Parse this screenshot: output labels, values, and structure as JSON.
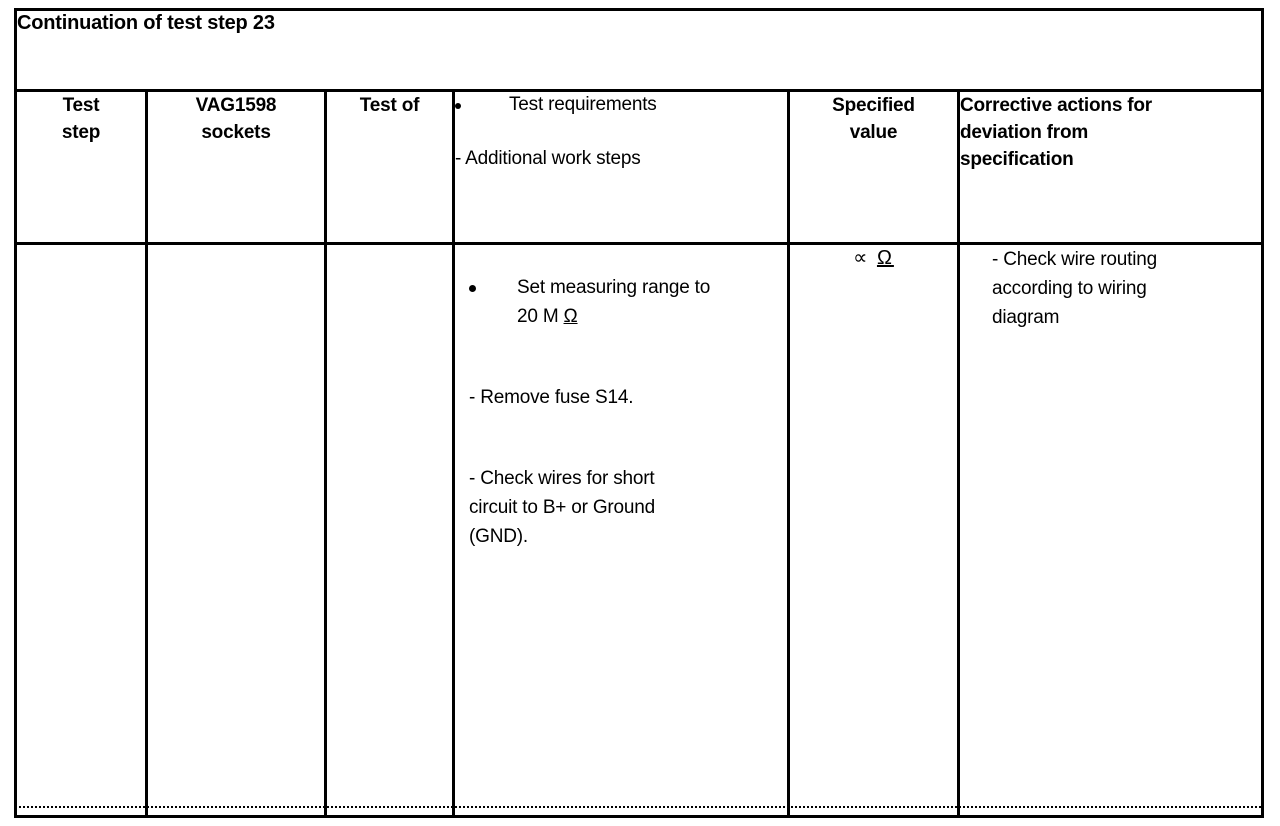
{
  "document": {
    "title_row": {
      "text": "Continuation of test step 23"
    },
    "columns": [
      {
        "key": "test_step",
        "label": "Test\nstep",
        "bold": true,
        "align": "center"
      },
      {
        "key": "sockets",
        "label": "VAG1598\nsockets",
        "bold": true,
        "align": "center"
      },
      {
        "key": "test_of",
        "label": "Test of",
        "bold": true,
        "align": "center"
      },
      {
        "key": "reqs",
        "label": "",
        "bold": false,
        "align": "left"
      },
      {
        "key": "spec_value",
        "label": "Specified\nvalue",
        "bold": true,
        "align": "center"
      },
      {
        "key": "corrective",
        "label": "Corrective actions for deviation from specification",
        "bold": true,
        "align": "left"
      }
    ],
    "header": {
      "col1_line1": "Test",
      "col1_line2": "step",
      "col2_line1": "VAG1598",
      "col2_line2": "sockets",
      "col3_line1": "Test of",
      "col4_bullet": "Test requirements",
      "col4_dash": "- Additional work steps",
      "col5_line1": "Specified",
      "col5_line2": "value",
      "col6_line1": "Corrective actions for",
      "col6_line2": "deviation from",
      "col6_line3": "specification"
    },
    "row": {
      "test_step": "",
      "sockets": "",
      "test_of": "",
      "requirements": {
        "bullet_line1": "Set measuring range to",
        "bullet_line2_prefix": "20 M ",
        "bullet_line2_unit": "Ω",
        "dash1": "- Remove fuse S14.",
        "dash2_line1": "- Check wires for short",
        "dash2_line2": "circuit to B+ or Ground",
        "dash2_line3": "(GND)."
      },
      "specified_value": {
        "symbol": "∝",
        "unit": "Ω"
      },
      "corrective_actions": {
        "line1": "- Check wire routing",
        "line2": "according to wiring",
        "line3": "diagram"
      }
    },
    "style": {
      "ink": "#000000",
      "paper": "#ffffff"
    }
  }
}
